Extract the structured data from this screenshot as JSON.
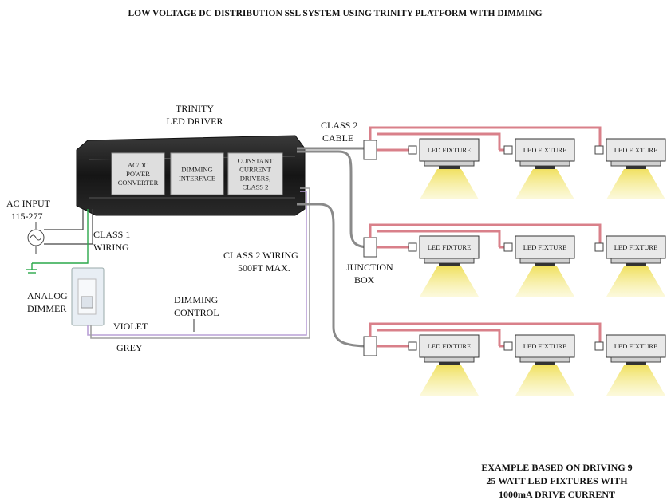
{
  "title": "LOW VOLTAGE DC DISTRIBUTION SSL SYSTEM USING TRINITY PLATFORM WITH DIMMING",
  "driver": {
    "label_line1": "TRINITY",
    "label_line2": "LED DRIVER",
    "modules": [
      {
        "lines": [
          "AC/DC",
          "POWER",
          "CONVERTER"
        ]
      },
      {
        "lines": [
          "DIMMING",
          "INTERFACE"
        ]
      },
      {
        "lines": [
          "CONSTANT",
          "CURRENT",
          "DRIVERS,",
          "CLASS 2"
        ]
      }
    ]
  },
  "labels": {
    "ac_input_1": "AC INPUT",
    "ac_input_2": "115-277",
    "class1_1": "CLASS 1",
    "class1_2": "WIRING",
    "class2_cable_1": "CLASS 2",
    "class2_cable_2": "CABLE",
    "class2_wiring_1": "CLASS 2 WIRING",
    "class2_wiring_2": "500FT MAX.",
    "junction_1": "JUNCTION",
    "junction_2": "BOX",
    "dimmer_1": "ANALOG",
    "dimmer_2": "DIMMER",
    "dimming_control_1": "DIMMING",
    "dimming_control_2": "CONTROL",
    "violet": "VIOLET",
    "grey": "GREY"
  },
  "fixture_label": "LED FIXTURE",
  "fixture_rows": 3,
  "fixtures_per_row": 3,
  "note": {
    "line1": "EXAMPLE BASED ON DRIVING 9",
    "line2": "25 WATT LED FIXTURES WITH",
    "line3": "1000mA DRIVE CURRENT"
  },
  "colors": {
    "cable_red": "#d9808a",
    "cable_grey": "#8a8a8a",
    "violet": "#b9a0d6",
    "ground_green": "#2aa84a",
    "light_yellow": "#f4e86a",
    "driver_body": "#1c1c1c"
  }
}
